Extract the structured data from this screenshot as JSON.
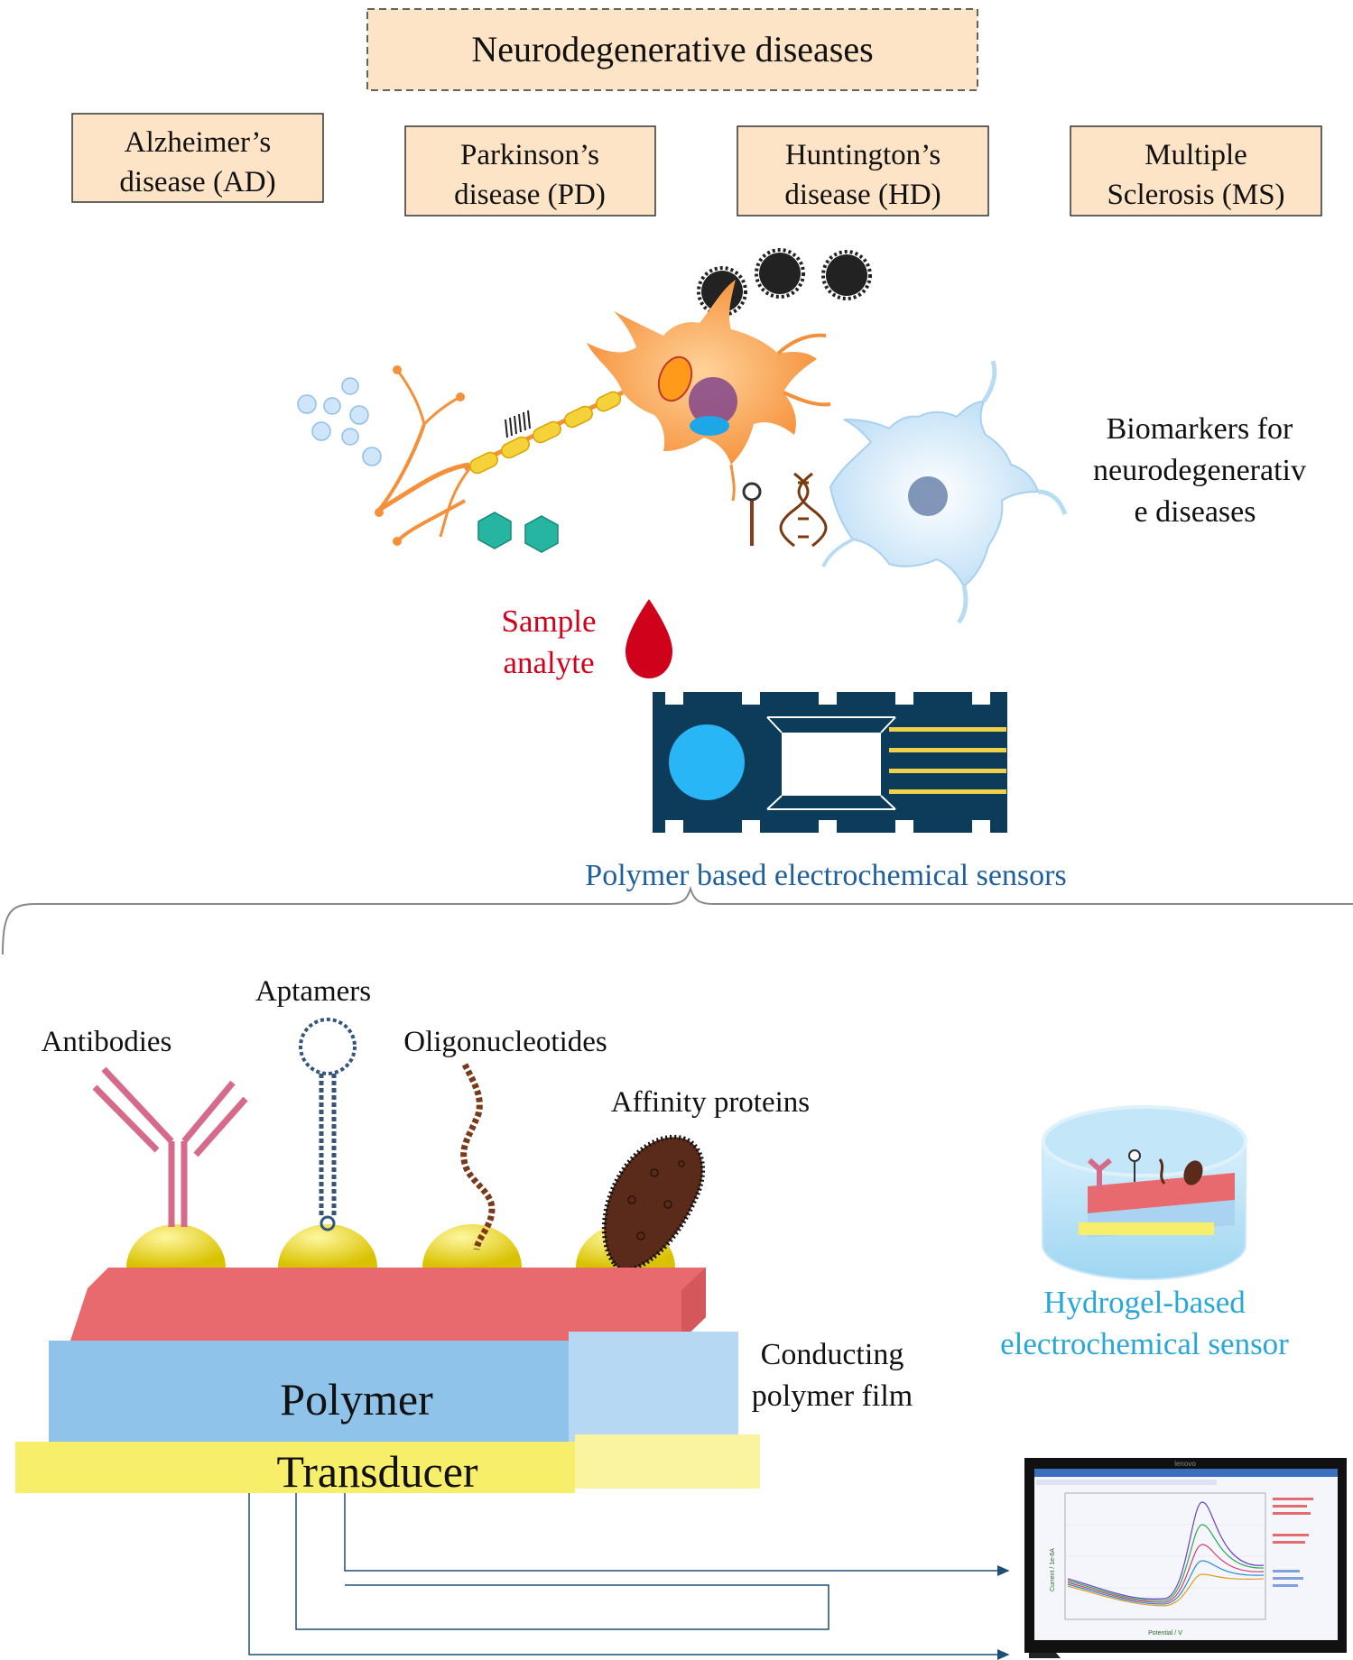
{
  "header": {
    "title": "Neurodegenerative diseases",
    "box_fill": "#fde4c7",
    "box_stroke": "#333333"
  },
  "diseases": [
    {
      "line1": "Alzheimer’s",
      "line2": "disease (AD)"
    },
    {
      "line1": "Parkinson’s",
      "line2": "disease (PD)"
    },
    {
      "line1": "Huntington’s",
      "line2": "disease (HD)"
    },
    {
      "line1": "Multiple",
      "line2": "Sclerosis (MS)"
    }
  ],
  "biomarkers": {
    "line1": "Biomarkers for",
    "line2": "neurodegenerativ",
    "line3": "e diseases"
  },
  "sample": {
    "line1": "Sample",
    "line2": "analyte",
    "color": "#d0021b"
  },
  "sensor": {
    "label": "Polymer based electrochemical sensors",
    "label_color": "#1f5f9e",
    "body_color": "#0d3b5a",
    "electrode_color": "#29b6f6"
  },
  "recognition": {
    "antibodies": "Antibodies",
    "aptamers": "Aptamers",
    "oligonucleotides": "Oligonucleotides",
    "affinity_proteins": "Affinity proteins"
  },
  "layers": {
    "polymer": "Polymer",
    "transducer": "Transducer",
    "film_line1": "Conducting",
    "film_line2": "polymer film",
    "top_color": "#e86a6e",
    "polymer_color": "#8fc3ea",
    "transducer_color": "#f7ee6a",
    "dome_color": "#e8d400"
  },
  "hydrogel": {
    "line1": "Hydrogel-based",
    "line2": "electrochemical sensor",
    "color": "#29a8d8"
  },
  "monitor": {
    "brand": "lenovo",
    "ylabel": "Current / 1e-6A",
    "xlabel": "Potential / V"
  }
}
